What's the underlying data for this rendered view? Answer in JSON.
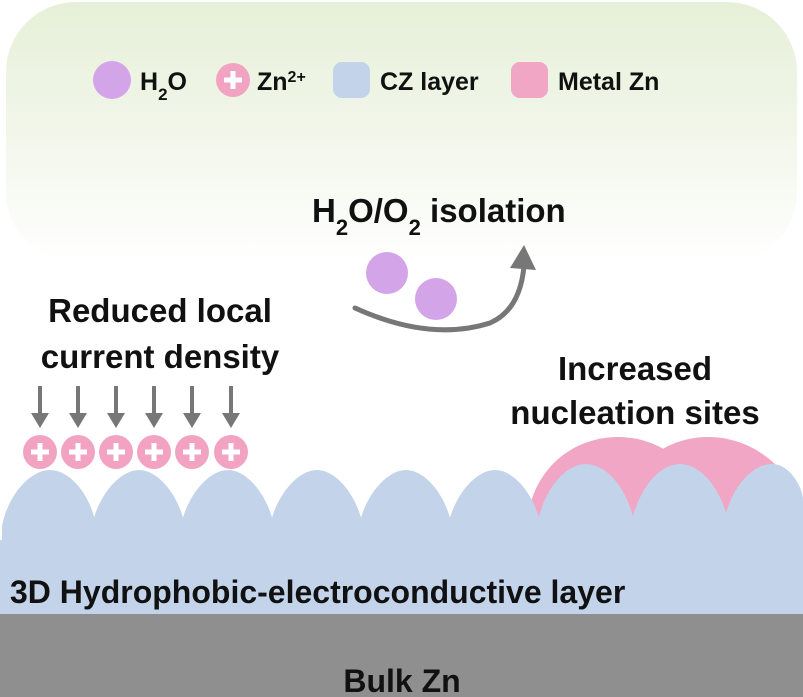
{
  "legend": {
    "water": {
      "main": "H",
      "sub": "2",
      "tail": "O"
    },
    "zinc_ion": {
      "main": "Zn",
      "sup": "2+"
    },
    "cz_layer": "CZ layer",
    "metal_zn": "Metal Zn"
  },
  "isolation": {
    "part1": "H",
    "sub1": "2",
    "part2": "O/O",
    "sub2": "2",
    "part3": " isolation"
  },
  "reduced_density": {
    "line1": "Reduced local",
    "line2": "current density"
  },
  "nucleation": {
    "line1": "Increased",
    "line2": "nucleation sites"
  },
  "hydrophobic_layer_label": "3D Hydrophobic-electroconductive layer",
  "bulk_zn_label": "Bulk Zn",
  "ion_symbol": "+",
  "colors": {
    "water": "#d3a5e8",
    "zinc_ion": "#f2a3c2",
    "cz_layer": "#c2d3ea",
    "metal_zn": "#f0a6c4",
    "bulk_zn": "#8f8f8f",
    "arrow": "#777777",
    "top_glow": "#e9f1dd"
  }
}
